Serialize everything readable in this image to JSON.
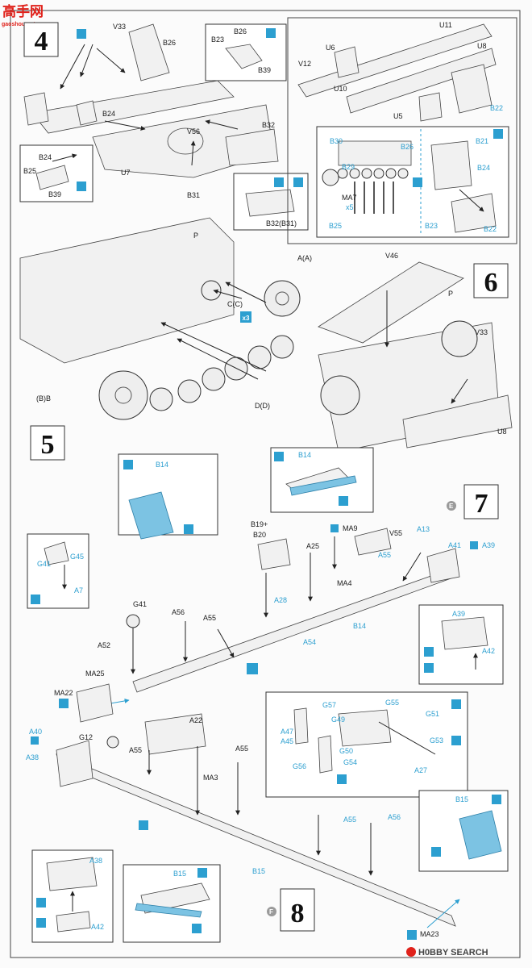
{
  "header": {
    "logo_text": "高手网",
    "logo_sub": "gaoshou.net"
  },
  "steps": {
    "s4": "4",
    "s5": "5",
    "s6": "6",
    "s7": "7",
    "s8": "8"
  },
  "labels": {
    "V33": "V33",
    "B26": "B26",
    "B23": "B23",
    "B39": "B39",
    "B24": "B24",
    "V56": "V56",
    "B32": "B32",
    "U7": "U7",
    "B31": "B31",
    "B25": "B25",
    "B32B31": "B32(B31)",
    "U11": "U11",
    "U6": "U6",
    "U8": "U8",
    "V12": "V12",
    "U10": "U10",
    "U5": "U5",
    "B22": "B22",
    "B30": "B30",
    "B29": "B29",
    "B21": "B21",
    "MA7": "MA7",
    "x5": "x5",
    "B23b": "B23",
    "B25b": "B25",
    "B22b": "B22",
    "B24b": "B24",
    "B26b": "B26",
    "P": "P",
    "A_A": "A(A)",
    "C_C": "C(C)",
    "x3": "x3",
    "BB": "(B)B",
    "DD": "D(D)",
    "V46": "V46",
    "P2": "P",
    "V33b": "V33",
    "U8b": "U8",
    "B14": "B14",
    "B14b": "B14",
    "E": "E",
    "MA9": "MA9",
    "V55": "V55",
    "A13": "A13",
    "B19": "B19+",
    "B20": "B20",
    "A25": "A25",
    "A55": "A55",
    "A41": "A41",
    "A39": "A39",
    "G41": "G41",
    "G45": "G45",
    "A7": "A7",
    "MA4": "MA4",
    "A28": "A28",
    "B14c": "B14",
    "A54": "A54",
    "G41b": "G41",
    "A56": "A56",
    "A55b": "A55",
    "A52": "A52",
    "MA25": "MA25",
    "A39b": "A39",
    "A42": "A42",
    "MA22": "MA22",
    "A22": "A22",
    "G57": "G57",
    "G55": "G55",
    "G51": "G51",
    "A47": "A47",
    "A45": "A45",
    "G49": "G49",
    "G50": "G50",
    "G53": "G53",
    "G56": "G56",
    "G54": "G54",
    "A27": "A27",
    "A40": "A40",
    "A38": "A38",
    "G12": "G12",
    "A55c": "A55",
    "MA3": "MA3",
    "A55d": "A55",
    "A55e": "A55",
    "A56b": "A56",
    "B15": "B15",
    "B15b": "B15",
    "B15c": "B15",
    "F": "F",
    "A38b": "A38",
    "A42b": "A42",
    "MA23": "MA23"
  },
  "footer": {
    "watermark": "H0BBY SEARCH"
  },
  "colors": {
    "accent": "#2c9fd0",
    "logo_red": "#e0221b",
    "text": "#1b1b1b"
  }
}
